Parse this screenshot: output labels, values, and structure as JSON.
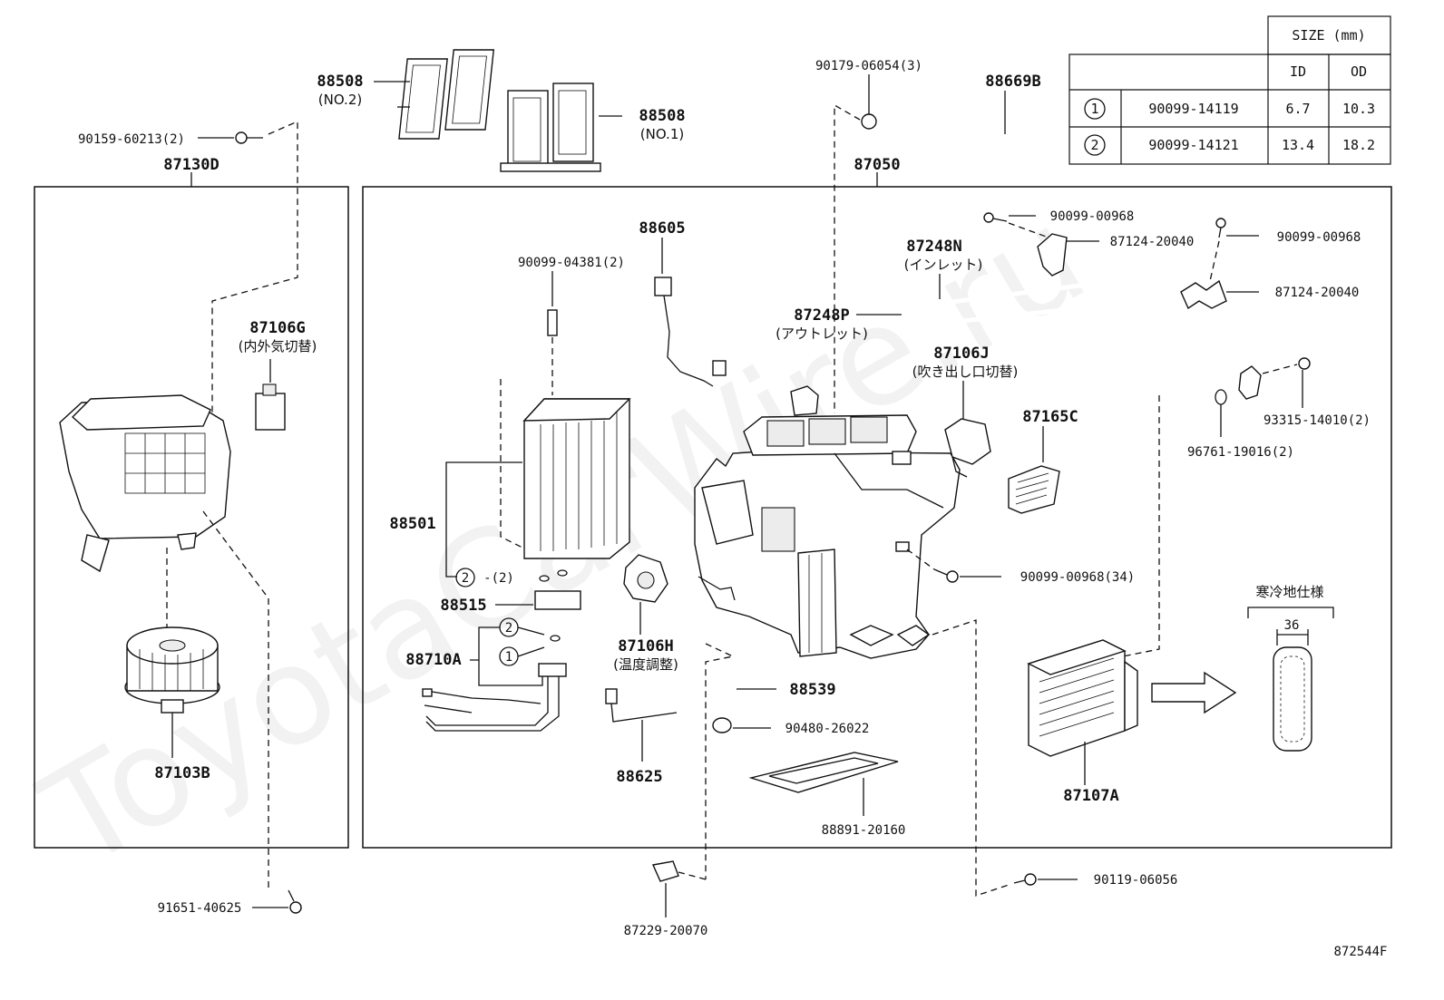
{
  "diagram_code": "872544F",
  "watermark": "ToyotaCarWire.ru",
  "size_table": {
    "caption": "SIZE (mm)",
    "columns": [
      "ID",
      "OD"
    ],
    "rows": [
      {
        "marker": "1",
        "part": "90099-14119",
        "id": "6.7",
        "od": "10.3"
      },
      {
        "marker": "2",
        "part": "90099-14121",
        "id": "13.4",
        "od": "18.2"
      }
    ]
  },
  "groups": {
    "left": "87130D",
    "right": "87050"
  },
  "labels": {
    "p88508a": "88508",
    "p88508a_sub": "(NO.2)",
    "p88508b": "88508",
    "p88508b_sub": "(NO.1)",
    "p90159": "90159-60213(2)",
    "p90179": "90179-06054(3)",
    "p88669b": "88669B",
    "p87106g": "87106G",
    "p87106g_sub": "(内外気切替)",
    "p87103b": "87103B",
    "p91651": "91651-40625",
    "p88605": "88605",
    "p90099_04381": "90099-04381(2)",
    "p88501": "88501",
    "c2a": "2",
    "c2a_qty": "-(2)",
    "p88515": "88515",
    "c2b": "2",
    "c1": "1",
    "p88710a": "88710A",
    "p87106h": "87106H",
    "p87106h_sub": "(温度調整)",
    "p88625": "88625",
    "p87248n": "87248N",
    "p87248n_sub": "(インレット)",
    "p87248p": "87248P",
    "p87248p_sub": "(アウトレット)",
    "p87106j": "87106J",
    "p87106j_sub": "(吹き出し口切替)",
    "p90099_00968a": "90099-00968",
    "p87124_20040a": "87124-20040",
    "p90099_00968b": "90099-00968",
    "p87124_20040b": "87124-20040",
    "p87165c": "87165C",
    "p93315": "93315-14010(2)",
    "p96761": "96761-19016(2)",
    "p90099_00968c": "90099-00968(34)",
    "p88539": "88539",
    "p90480": "90480-26022",
    "p88891": "88891-20160",
    "p87107a": "87107A",
    "cold_spec": "寒冷地仕様",
    "dim36": "36",
    "p87229": "87229-20070",
    "p90119": "90119-06056"
  }
}
